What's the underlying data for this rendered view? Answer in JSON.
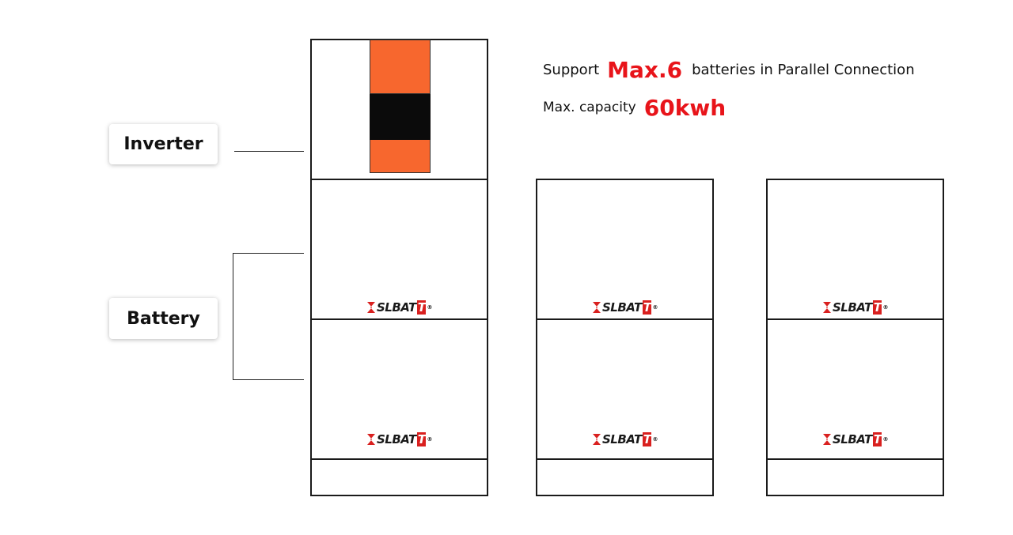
{
  "headline": {
    "line1_prefix": "Support",
    "line1_highlight": "Max.6",
    "line1_suffix": "batteries in Parallel Connection",
    "line2_prefix": "Max. capacity",
    "line2_highlight": "60kwh",
    "highlight_color": "#e8141a"
  },
  "labels": {
    "inverter": "Inverter",
    "battery": "Battery"
  },
  "brand": {
    "text": "SLBAT",
    "accent_letter": "T",
    "reg": "®",
    "accent_color": "#d9201f"
  },
  "colors": {
    "inverter_orange": "#f7672e",
    "inverter_black": "#0b0b0b"
  },
  "stacks": [
    {
      "name": "stack-1",
      "has_inverter": true,
      "batteries": 2
    },
    {
      "name": "stack-2",
      "has_inverter": false,
      "batteries": 2
    },
    {
      "name": "stack-3",
      "has_inverter": false,
      "batteries": 2
    }
  ]
}
